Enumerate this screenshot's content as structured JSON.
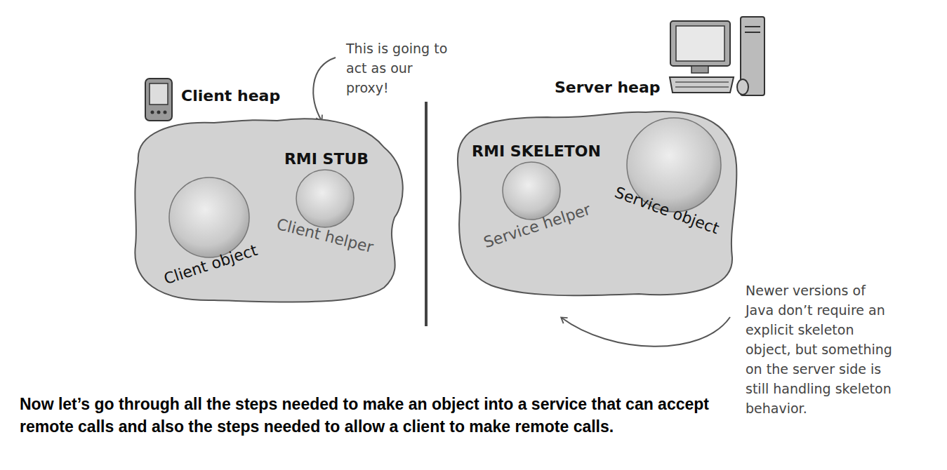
{
  "diagram": {
    "nodes": [
      {
        "text": [
          "Client heap"
        ]
      },
      {
        "text": [
          "Client object"
        ],
        "in": 0
      },
      {
        "text": [
          "RMI STUB",
          "Client helper"
        ],
        "in": 0
      },
      {
        "text": [
          "Server heap"
        ]
      },
      {
        "text": [
          "RMI SKELETON",
          "Service helper"
        ],
        "in": 3
      },
      {
        "text": [
          "Service object"
        ],
        "in": 3
      }
    ],
    "labels": [
      "This is going to act as our proxy!",
      "Newer versions of Java don’t require an explicit skeleton object, but something on the server side is still handling skeleton behavior.",
      "Now let’s go through all the steps needed to make an object into a service that can accept remote calls and also the steps needed to allow a client to make remote calls."
    ]
  }
}
